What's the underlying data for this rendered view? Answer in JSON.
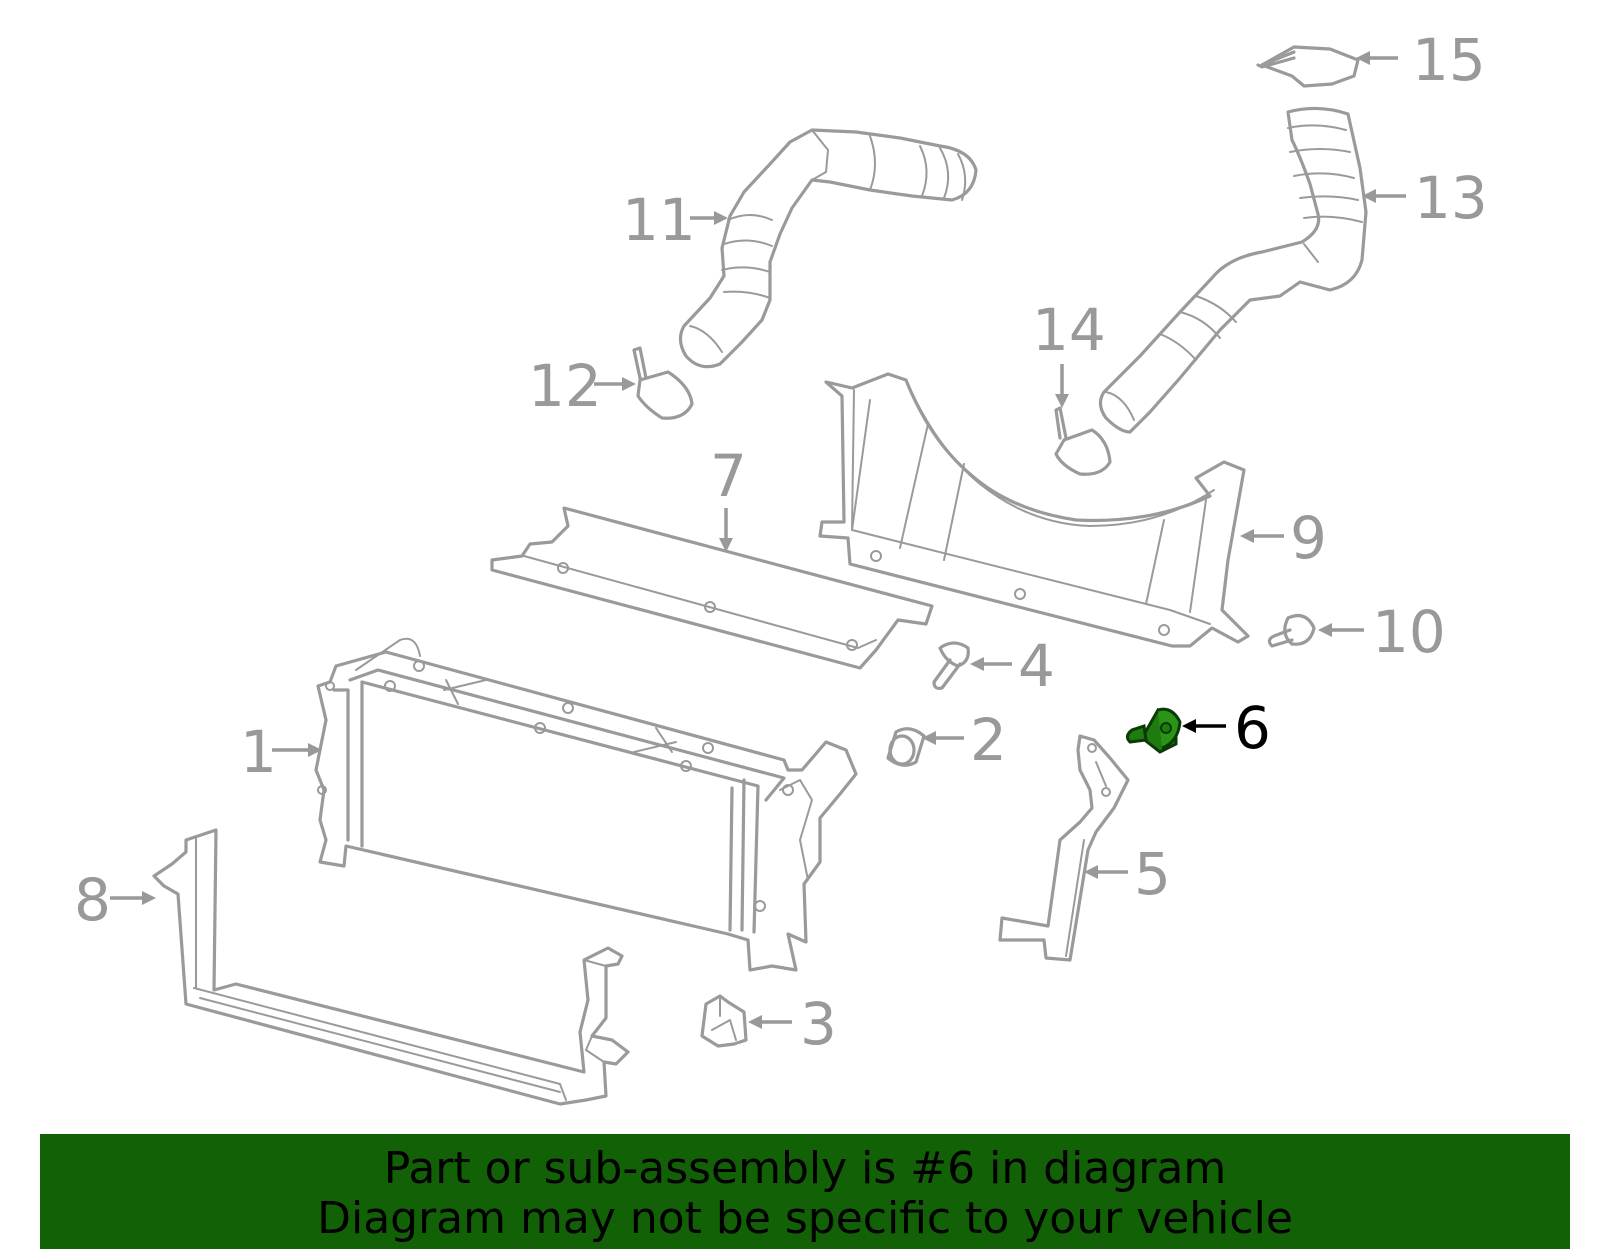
{
  "diagram": {
    "highlight_color": "#1f7a10",
    "part_stroke_color": "#9a9a9a",
    "callouts": [
      {
        "id": "c1",
        "label": "1"
      },
      {
        "id": "c2",
        "label": "2"
      },
      {
        "id": "c3",
        "label": "3"
      },
      {
        "id": "c4",
        "label": "4"
      },
      {
        "id": "c5",
        "label": "5"
      },
      {
        "id": "c6",
        "label": "6",
        "highlighted": true
      },
      {
        "id": "c7",
        "label": "7"
      },
      {
        "id": "c8",
        "label": "8"
      },
      {
        "id": "c9",
        "label": "9"
      },
      {
        "id": "c10",
        "label": "10"
      },
      {
        "id": "c11",
        "label": "11"
      },
      {
        "id": "c12",
        "label": "12"
      },
      {
        "id": "c13",
        "label": "13"
      },
      {
        "id": "c14",
        "label": "14"
      },
      {
        "id": "c15",
        "label": "15"
      }
    ]
  },
  "banner": {
    "line1": "Part or sub-assembly is #6 in diagram",
    "line2": "Diagram may not be specific to your vehicle",
    "background_color": "#136106"
  }
}
